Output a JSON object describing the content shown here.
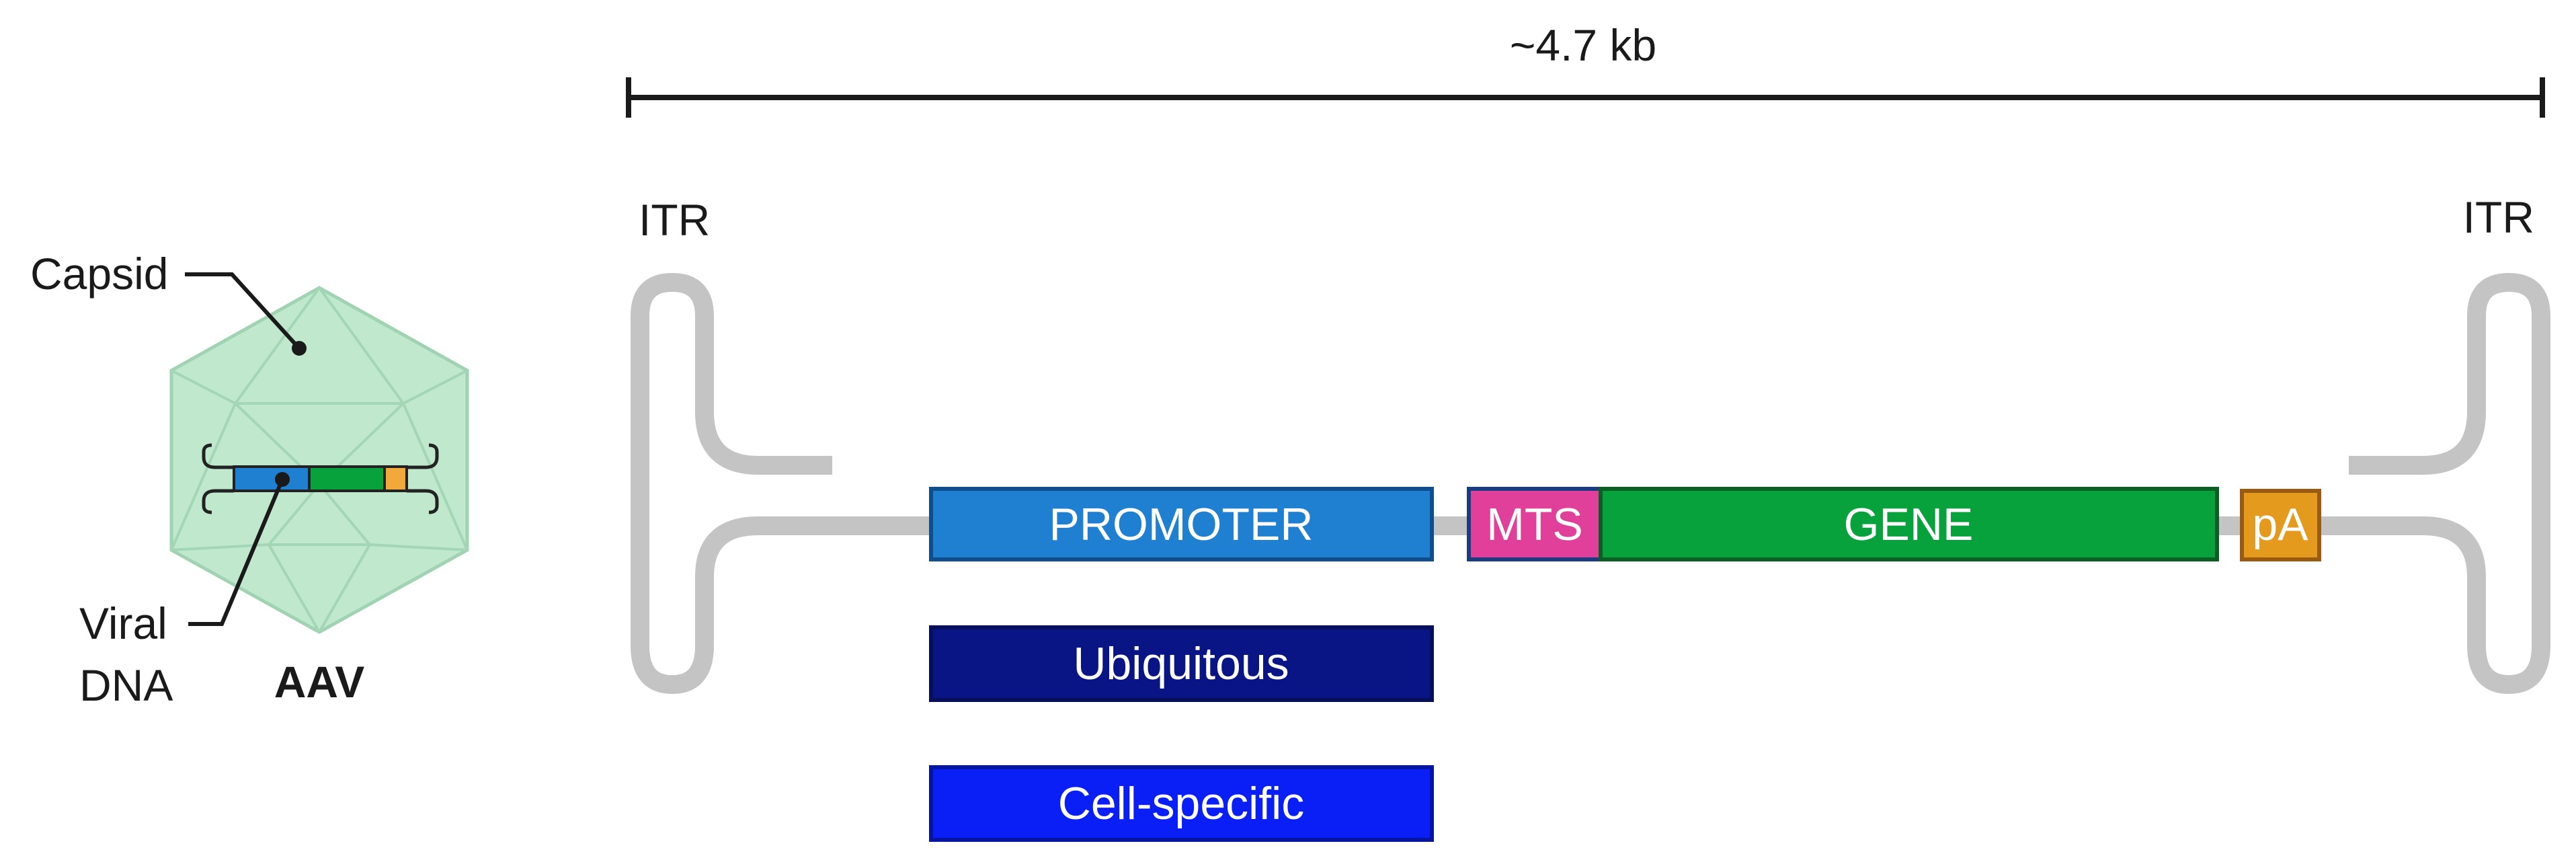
{
  "scale_label": "~4.7 kb",
  "itr_left": "ITR",
  "itr_right": "ITR",
  "aav": {
    "capsid_label": "Capsid",
    "viral_dna_line1": "Viral",
    "viral_dna_line2": "DNA",
    "title": "AAV"
  },
  "construct": {
    "promoter": "PROMOTER",
    "mts": "MTS",
    "gene": "GENE",
    "pa": "pA"
  },
  "promoter_types": {
    "ubiquitous": "Ubiquitous",
    "cell_specific": "Cell-specific"
  },
  "colors": {
    "promoter": "#1f7fd0",
    "mts": "#e0409a",
    "gene": "#08a23c",
    "pa": "#e49a1c",
    "ubiquitous": "#0a1585",
    "cell_specific": "#0a1ff5",
    "capsid": "#bfe8cd",
    "dna_backbone": "#c4c4c4"
  }
}
